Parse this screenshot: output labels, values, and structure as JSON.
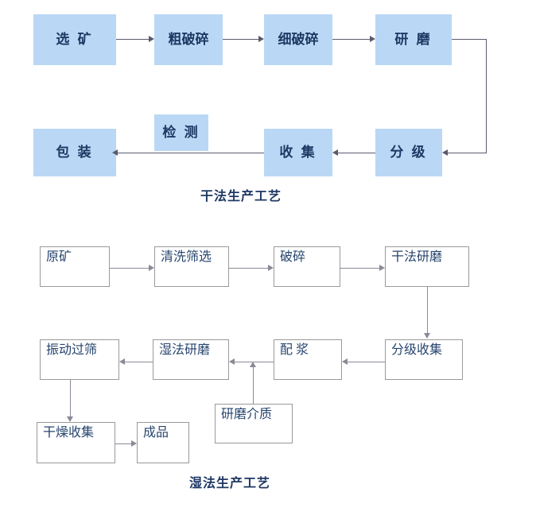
{
  "figure": {
    "kind": "process-flow-diagram",
    "colors": {
      "dry_box_fill": "#bad8f5",
      "dry_text": "#1f3864",
      "wet_box_border": "#9a9a9a",
      "wet_text": "#27456e",
      "connector": "#5a5a6e",
      "connector_light": "#8a8a96",
      "background": "#ffffff"
    }
  },
  "dry_process": {
    "caption": "干法生产工艺",
    "nodes": {
      "ore_selection": "选 矿",
      "coarse_crushing": "粗破碎",
      "fine_crushing": "细破碎",
      "grinding": "研 磨",
      "inspection": "检 测",
      "packaging": "包 装",
      "collection": "收 集",
      "classification": "分 级"
    }
  },
  "wet_process": {
    "caption": "湿法生产工艺",
    "nodes": {
      "raw_ore": "原矿",
      "wash_screen": "清洗筛选",
      "crushing": "破碎",
      "dry_grinding": "干法研磨",
      "classify_collect": "分级收集",
      "slurry_mixing": "配 浆",
      "wet_grinding": "湿法研磨",
      "vibrating_screen": "振动过筛",
      "grinding_media": "研磨介质",
      "dry_collect": "干燥收集",
      "finished_product": "成品"
    }
  }
}
